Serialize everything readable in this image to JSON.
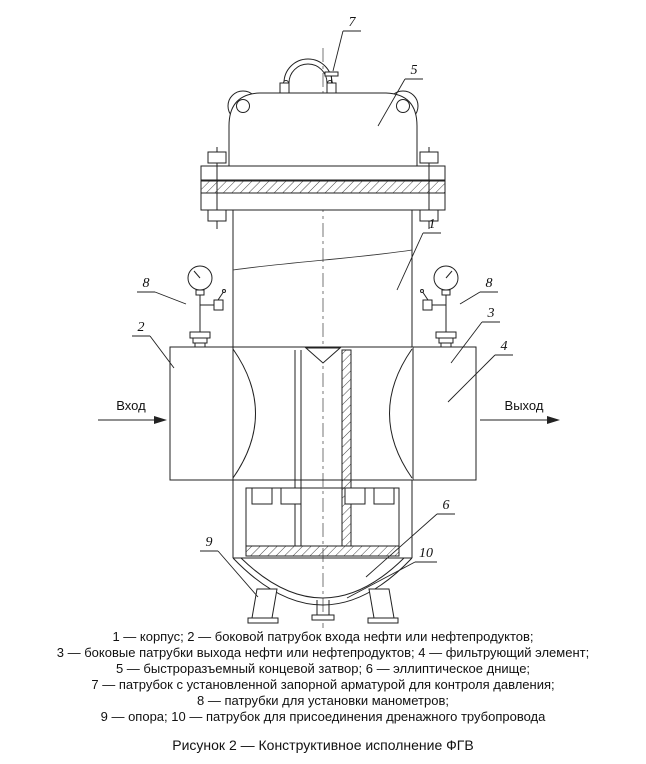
{
  "figure": {
    "caption": "Рисунок 2 — Конструктивное исполнение ФГВ"
  },
  "flow": {
    "inlet_label": "Вход",
    "outlet_label": "Выход"
  },
  "callouts": {
    "n1": "1",
    "n2": "2",
    "n3": "3",
    "n4": "4",
    "n5": "5",
    "n6": "6",
    "n7": "7",
    "n8": "8",
    "n9": "9",
    "n10": "10"
  },
  "legend": {
    "lines": [
      "1 — корпус; 2 — боковой патрубок входа нефти или нефтепродуктов;",
      "3 — боковые патрубки выхода нефти или нефтепродуктов; 4 — фильтрующий элемент;",
      "5 — быстроразъемный концевой затвор; 6 — эллиптическое днище;",
      "7 — патрубок с установленной запорной арматурой для контроля давления;",
      "8 — патрубки для установки манометров;",
      "9 — опора; 10 — патрубок для присоединения дренажного трубопровода"
    ]
  }
}
